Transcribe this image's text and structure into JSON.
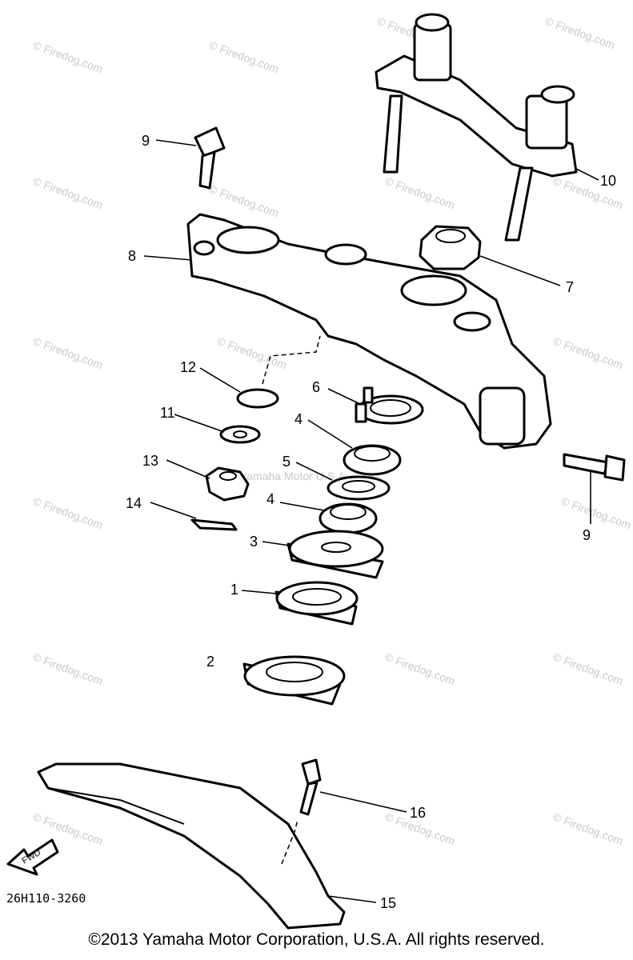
{
  "diagram": {
    "callouts": [
      "9",
      "10",
      "8",
      "7",
      "12",
      "6",
      "11",
      "4",
      "13",
      "5",
      "9",
      "14",
      "4",
      "3",
      "1",
      "2",
      "16",
      "15"
    ],
    "watermark_text": "© Firedog.com",
    "watermark_center_text": "Yamaha Motor U.S.A.",
    "drawing_code": "26H110-3260",
    "fwd_arrow_label": "FWD",
    "copyright": "©2013 Yamaha Motor Corporation, U.S.A. All rights reserved."
  }
}
